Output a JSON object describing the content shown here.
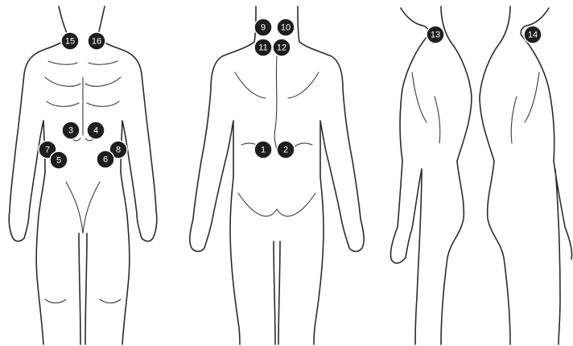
{
  "colors": {
    "line": "#2b2b2b",
    "marker_fill": "#1e1e1e",
    "marker_text": "#ffffff",
    "background": "#ffffff"
  },
  "figures": [
    {
      "view": "front",
      "icon": "body-front-outline"
    },
    {
      "view": "back",
      "icon": "body-back-outline"
    },
    {
      "view": "side-right",
      "icon": "body-side-outline"
    },
    {
      "view": "side-left",
      "icon": "body-side-outline"
    }
  ],
  "markers": [
    {
      "id": "marker-15",
      "label": "15"
    },
    {
      "id": "marker-16",
      "label": "16"
    },
    {
      "id": "marker-3",
      "label": "3"
    },
    {
      "id": "marker-4",
      "label": "4"
    },
    {
      "id": "marker-7",
      "label": "7"
    },
    {
      "id": "marker-5",
      "label": "5"
    },
    {
      "id": "marker-8",
      "label": "8"
    },
    {
      "id": "marker-6",
      "label": "6"
    },
    {
      "id": "marker-9",
      "label": "9"
    },
    {
      "id": "marker-10",
      "label": "10"
    },
    {
      "id": "marker-11",
      "label": "11"
    },
    {
      "id": "marker-12",
      "label": "12"
    },
    {
      "id": "marker-1",
      "label": "1"
    },
    {
      "id": "marker-2",
      "label": "2"
    },
    {
      "id": "marker-13",
      "label": "13"
    },
    {
      "id": "marker-14",
      "label": "14"
    }
  ]
}
